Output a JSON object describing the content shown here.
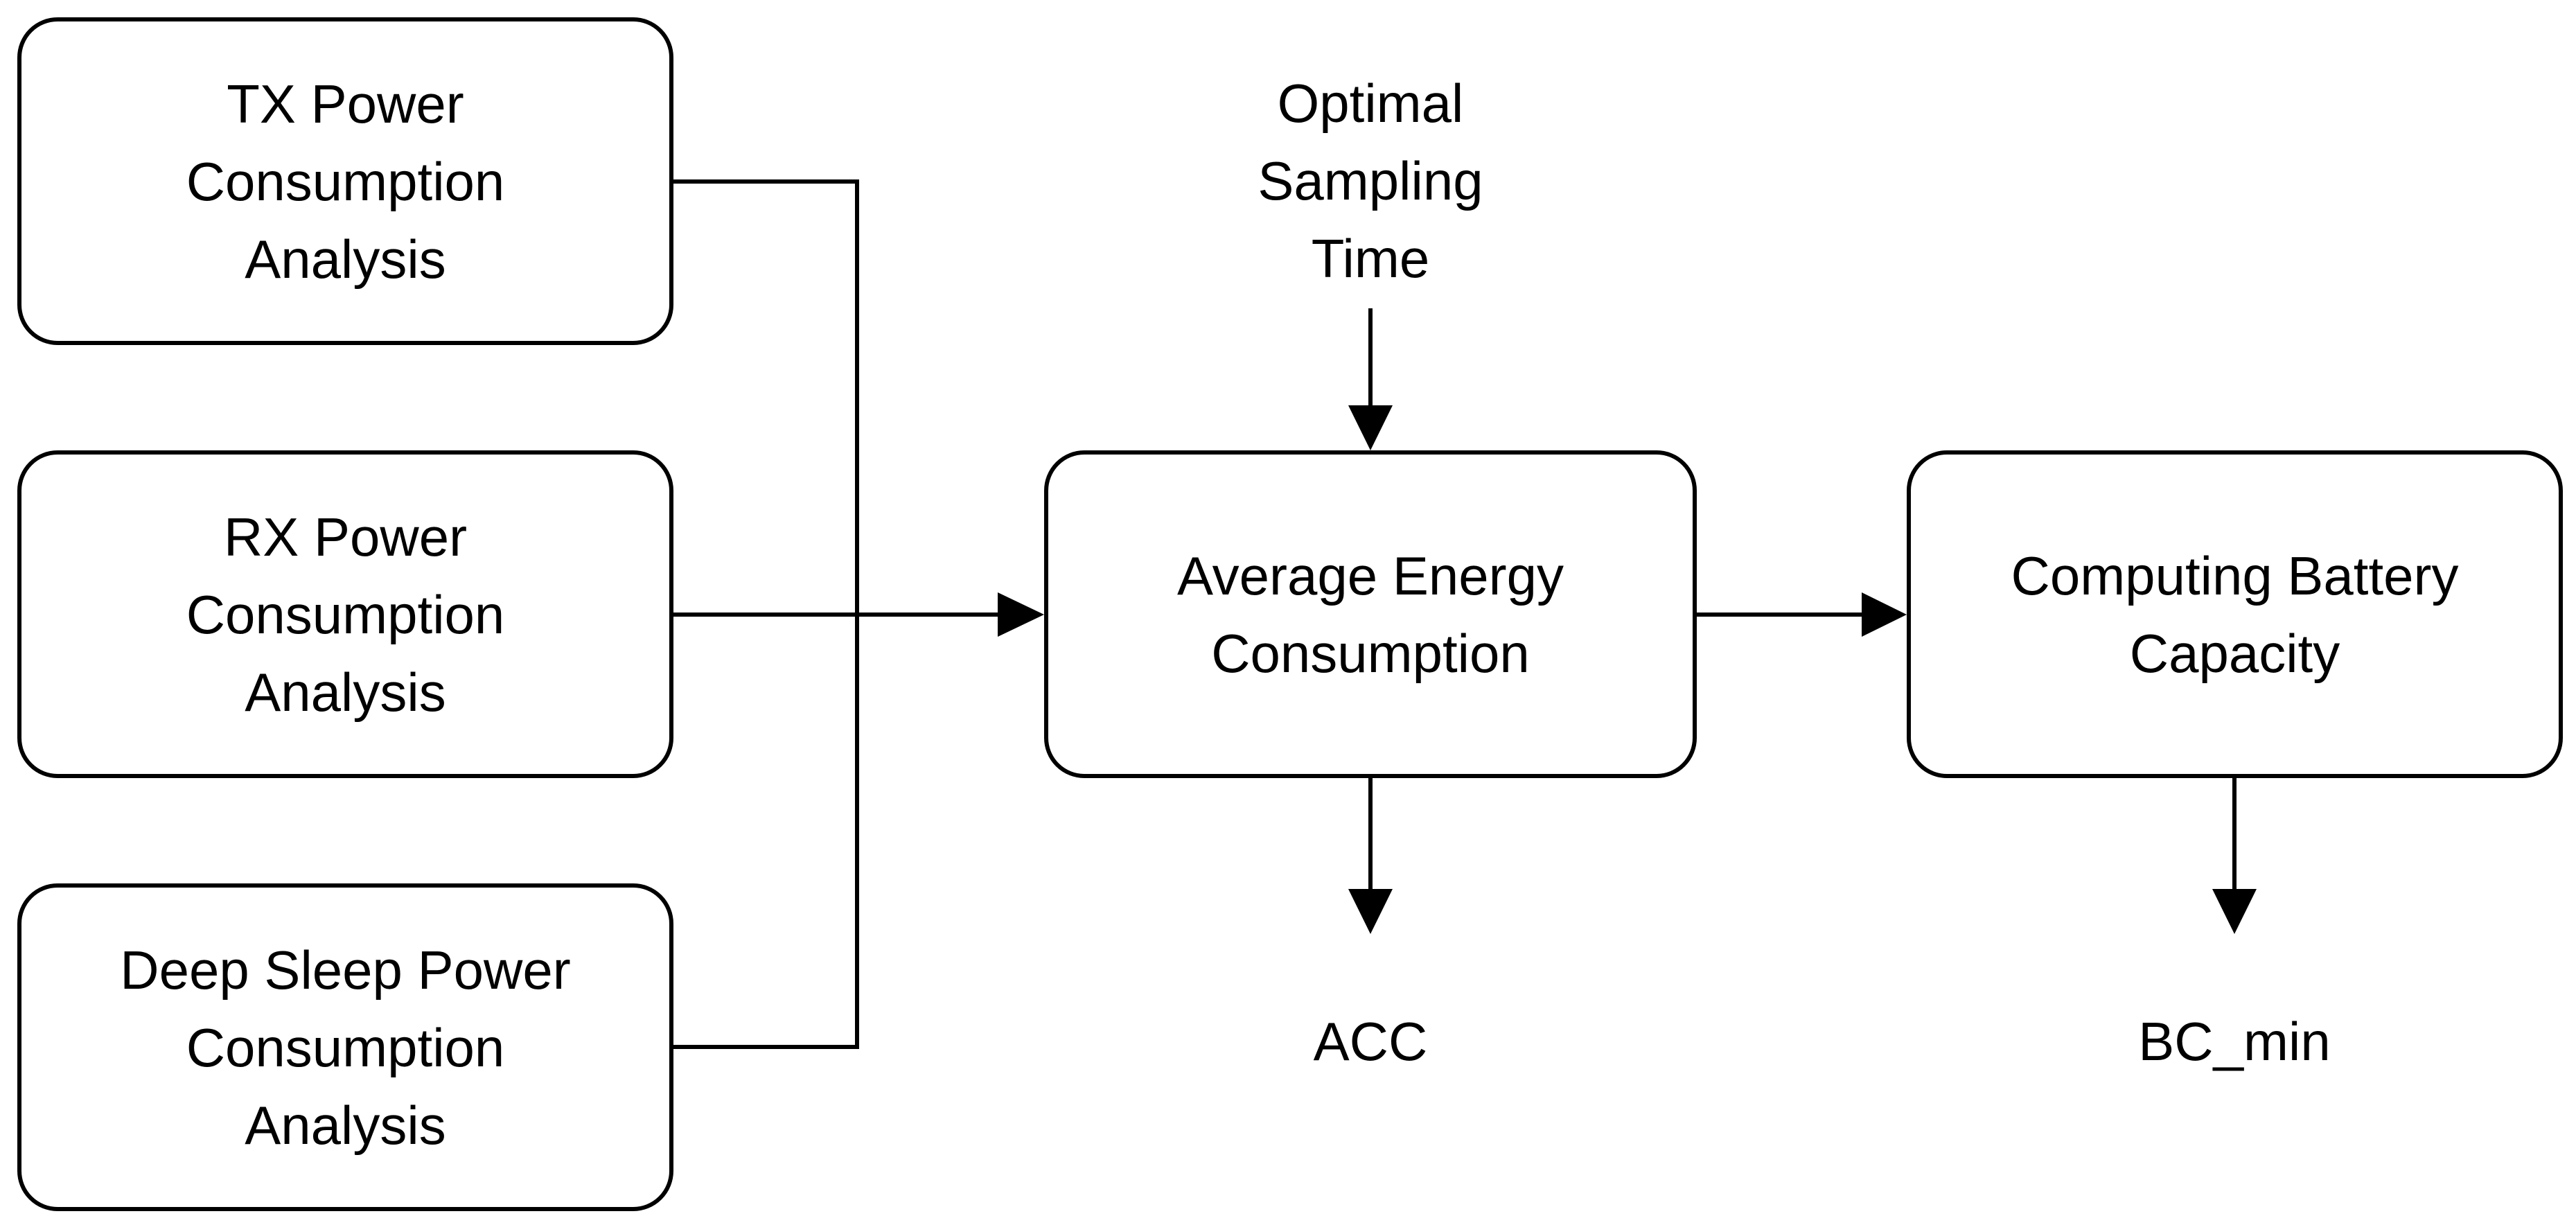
{
  "diagram": {
    "nodes": {
      "tx": {
        "label": "TX Power\nConsumption\nAnalysis"
      },
      "rx": {
        "label": "RX Power\nConsumption\nAnalysis"
      },
      "deep_sleep": {
        "label": "Deep Sleep Power\nConsumption\nAnalysis"
      },
      "average_energy": {
        "label": "Average Energy\nConsumption"
      },
      "battery": {
        "label": "Computing Battery\nCapacity"
      }
    },
    "labels": {
      "optimal_sampling": "Optimal\nSampling\nTime",
      "acc": "ACC",
      "bc_min": "BC_min"
    },
    "edges": [
      {
        "from": "tx",
        "to": "average_energy"
      },
      {
        "from": "rx",
        "to": "average_energy"
      },
      {
        "from": "deep_sleep",
        "to": "average_energy"
      },
      {
        "from": "optimal_sampling",
        "to": "average_energy"
      },
      {
        "from": "average_energy",
        "to": "battery"
      },
      {
        "from": "average_energy",
        "to": "acc"
      },
      {
        "from": "battery",
        "to": "bc_min"
      }
    ],
    "colors": {
      "line": "#000000",
      "box_fill": "#ffffff",
      "text": "#000000"
    }
  }
}
